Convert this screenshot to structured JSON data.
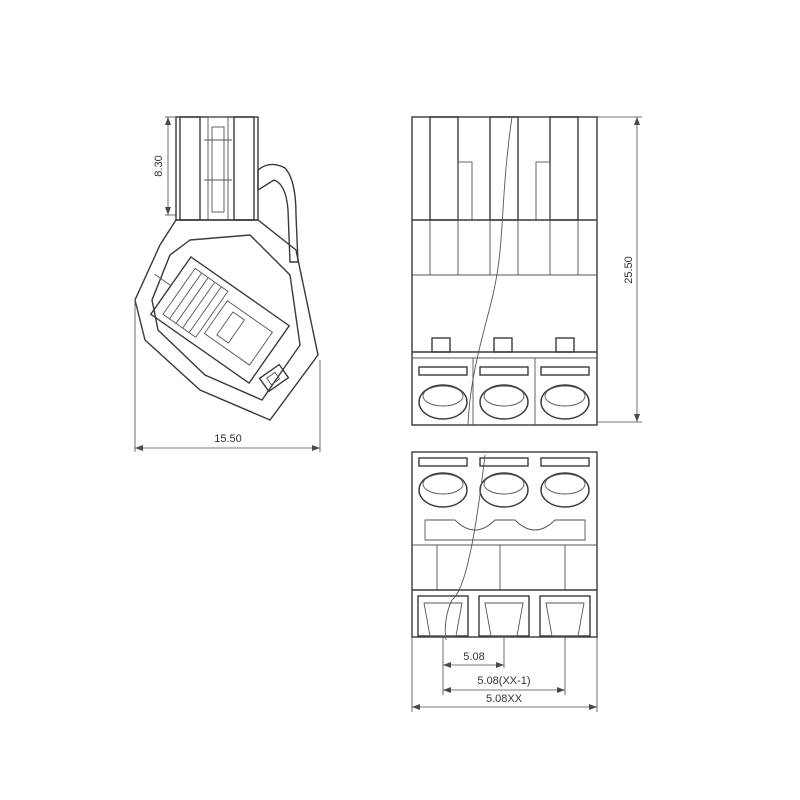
{
  "dimensions": {
    "side_height": "8.30",
    "side_width": "15.50",
    "total_height": "25.50",
    "pitch": "5.08",
    "pitch_span": "5.08(XX-1)",
    "total_width": "5.08XX"
  },
  "colors": {
    "line": "#3a3a3a",
    "background": "#ffffff"
  }
}
